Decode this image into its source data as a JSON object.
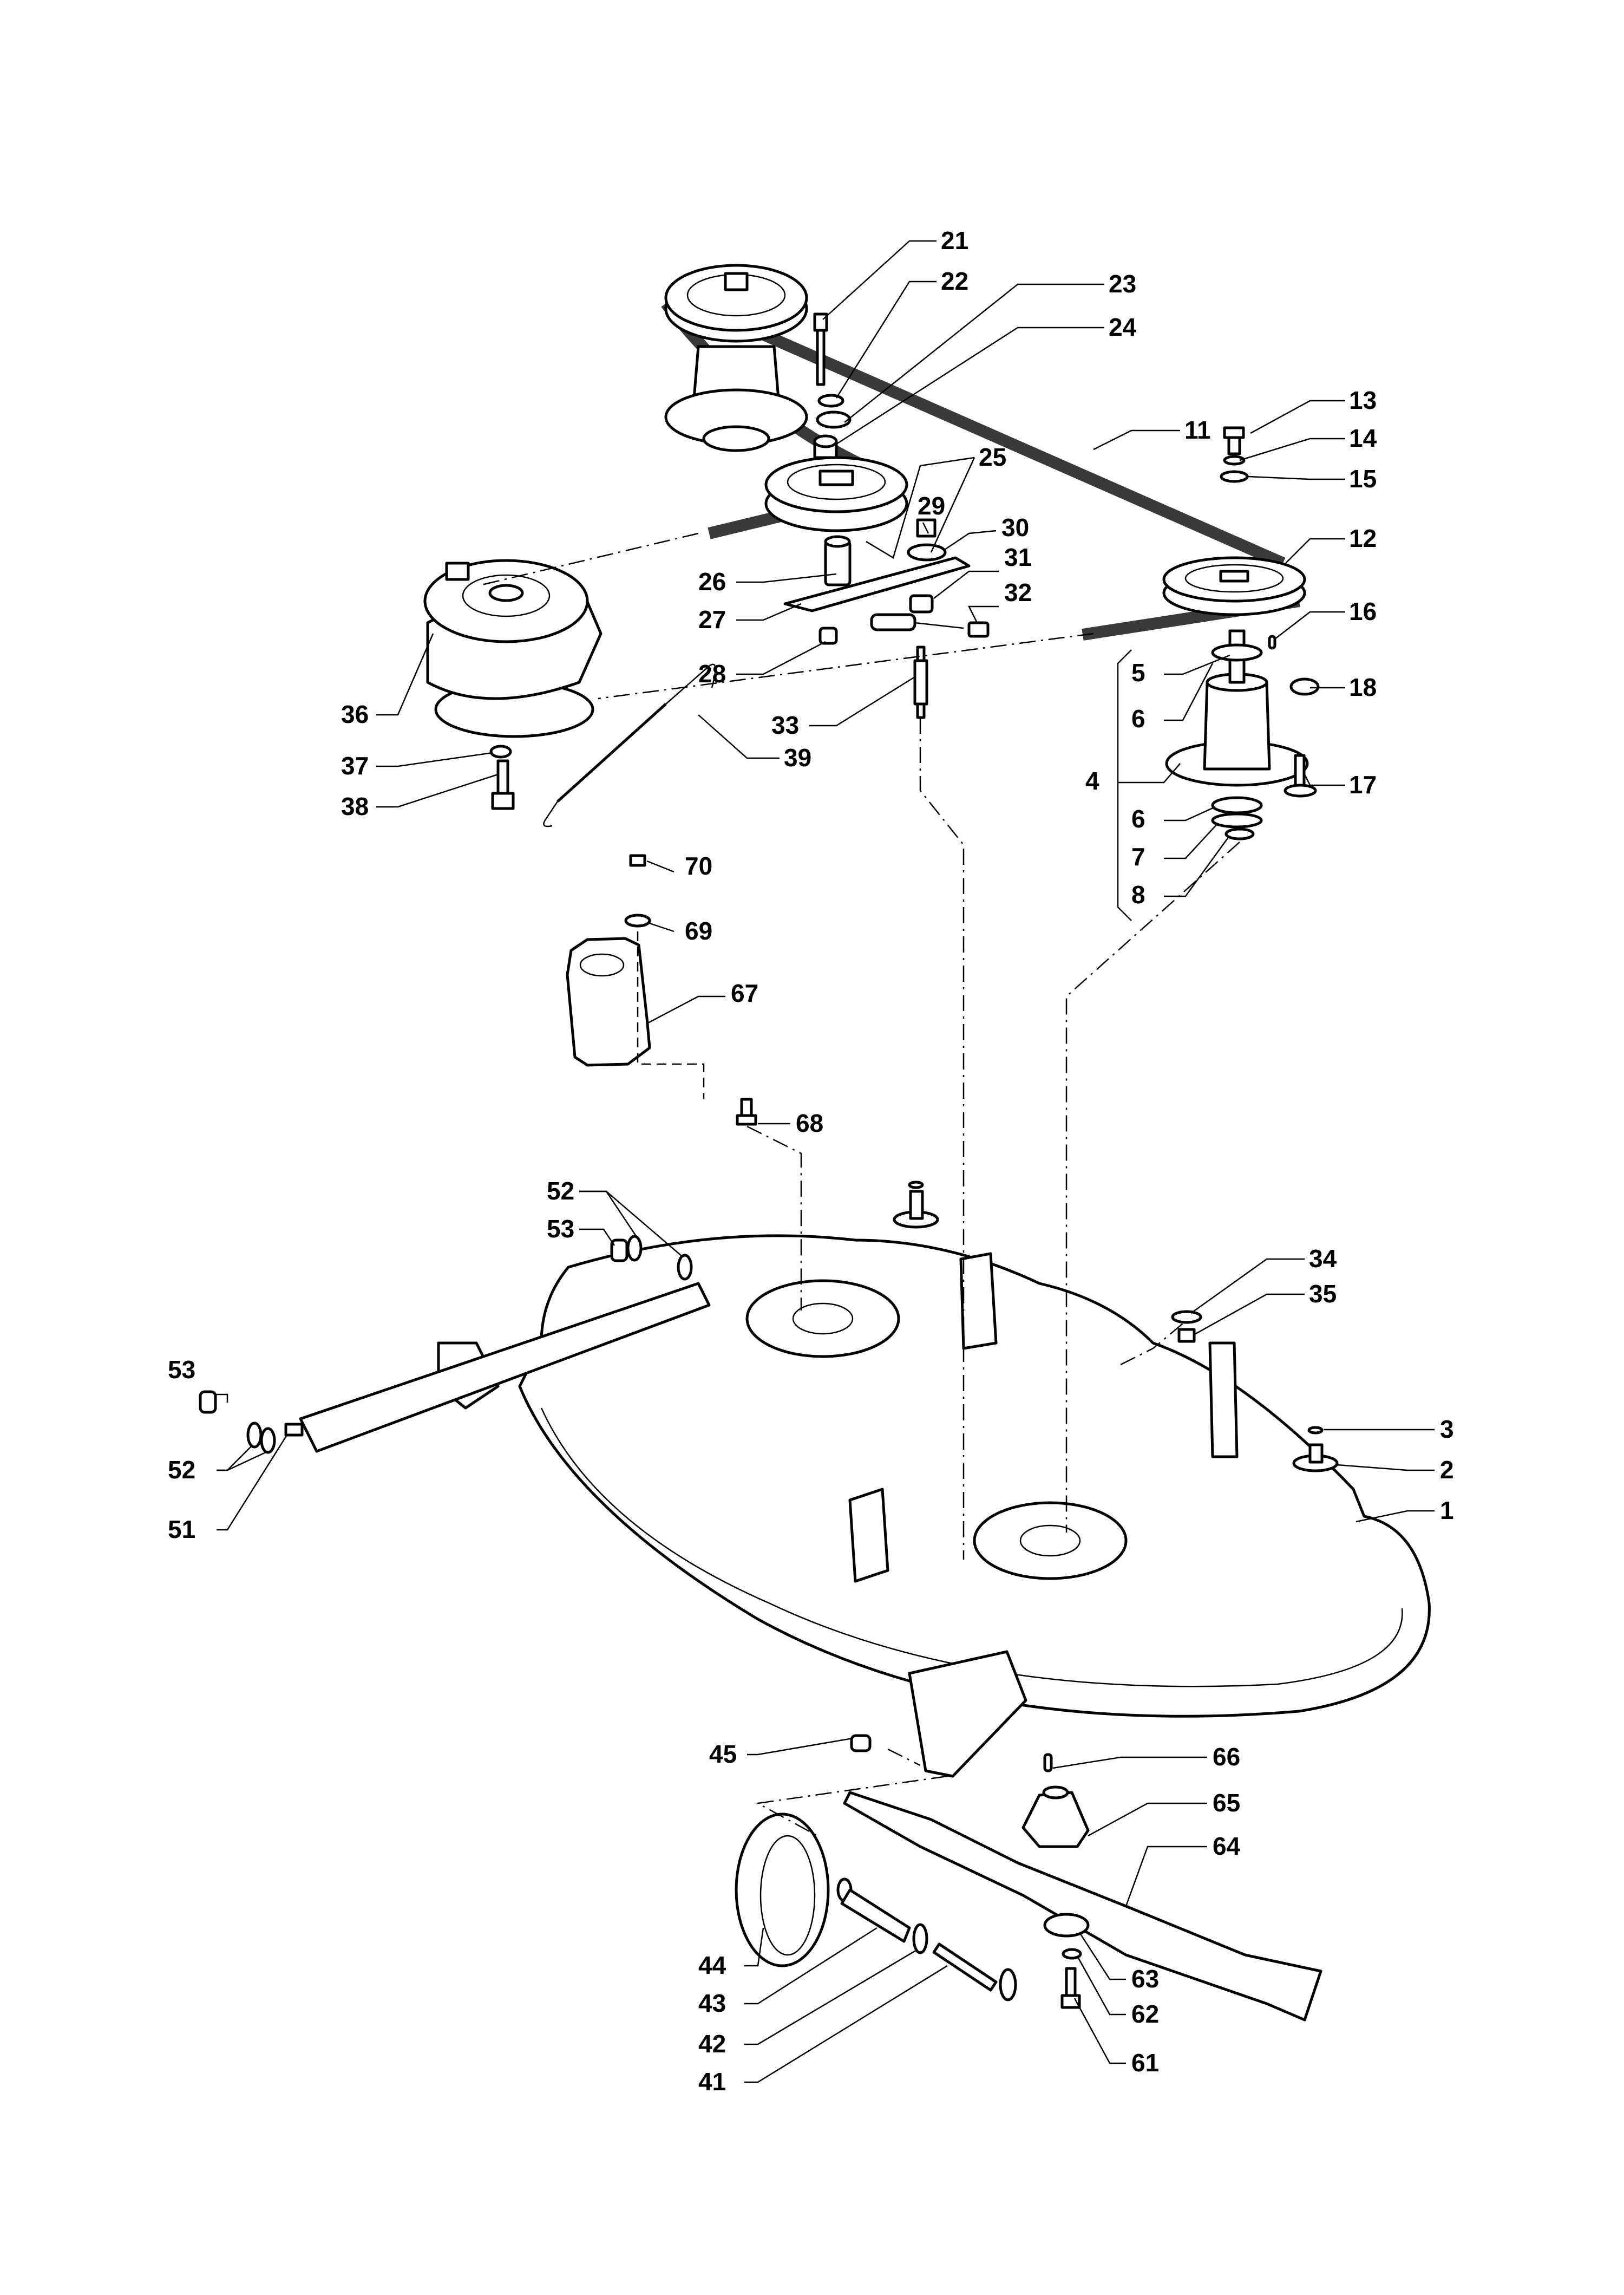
{
  "diagram": {
    "type": "exploded-parts-view",
    "subject": "mower cutting deck assembly",
    "colors": {
      "line": "#000000",
      "belt": "#3a3a3a",
      "background": "#ffffff"
    }
  },
  "callouts": [
    {
      "id": "c1",
      "label": "1"
    },
    {
      "id": "c2",
      "label": "2"
    },
    {
      "id": "c3",
      "label": "3"
    },
    {
      "id": "c4",
      "label": "4"
    },
    {
      "id": "c5",
      "label": "5"
    },
    {
      "id": "c6a",
      "label": "6"
    },
    {
      "id": "c6b",
      "label": "6"
    },
    {
      "id": "c7",
      "label": "7"
    },
    {
      "id": "c8",
      "label": "8"
    },
    {
      "id": "c11",
      "label": "11"
    },
    {
      "id": "c12",
      "label": "12"
    },
    {
      "id": "c13",
      "label": "13"
    },
    {
      "id": "c14",
      "label": "14"
    },
    {
      "id": "c15",
      "label": "15"
    },
    {
      "id": "c16",
      "label": "16"
    },
    {
      "id": "c17",
      "label": "17"
    },
    {
      "id": "c18",
      "label": "18"
    },
    {
      "id": "c21",
      "label": "21"
    },
    {
      "id": "c22",
      "label": "22"
    },
    {
      "id": "c23",
      "label": "23"
    },
    {
      "id": "c24",
      "label": "24"
    },
    {
      "id": "c25",
      "label": "25"
    },
    {
      "id": "c26",
      "label": "26"
    },
    {
      "id": "c27",
      "label": "27"
    },
    {
      "id": "c28",
      "label": "28"
    },
    {
      "id": "c29",
      "label": "29"
    },
    {
      "id": "c30",
      "label": "30"
    },
    {
      "id": "c31",
      "label": "31"
    },
    {
      "id": "c32",
      "label": "32"
    },
    {
      "id": "c33",
      "label": "33"
    },
    {
      "id": "c34",
      "label": "34"
    },
    {
      "id": "c35",
      "label": "35"
    },
    {
      "id": "c36",
      "label": "36"
    },
    {
      "id": "c37",
      "label": "37"
    },
    {
      "id": "c38",
      "label": "38"
    },
    {
      "id": "c39",
      "label": "39"
    },
    {
      "id": "c41",
      "label": "41"
    },
    {
      "id": "c42",
      "label": "42"
    },
    {
      "id": "c43",
      "label": "43"
    },
    {
      "id": "c44",
      "label": "44"
    },
    {
      "id": "c45",
      "label": "45"
    },
    {
      "id": "c51",
      "label": "51"
    },
    {
      "id": "c52a",
      "label": "52"
    },
    {
      "id": "c52b",
      "label": "52"
    },
    {
      "id": "c53a",
      "label": "53"
    },
    {
      "id": "c53b",
      "label": "53"
    },
    {
      "id": "c61",
      "label": "61"
    },
    {
      "id": "c62",
      "label": "62"
    },
    {
      "id": "c63",
      "label": "63"
    },
    {
      "id": "c64",
      "label": "64"
    },
    {
      "id": "c65",
      "label": "65"
    },
    {
      "id": "c66",
      "label": "66"
    },
    {
      "id": "c67",
      "label": "67"
    },
    {
      "id": "c68",
      "label": "68"
    },
    {
      "id": "c69",
      "label": "69"
    },
    {
      "id": "c70",
      "label": "70"
    }
  ]
}
